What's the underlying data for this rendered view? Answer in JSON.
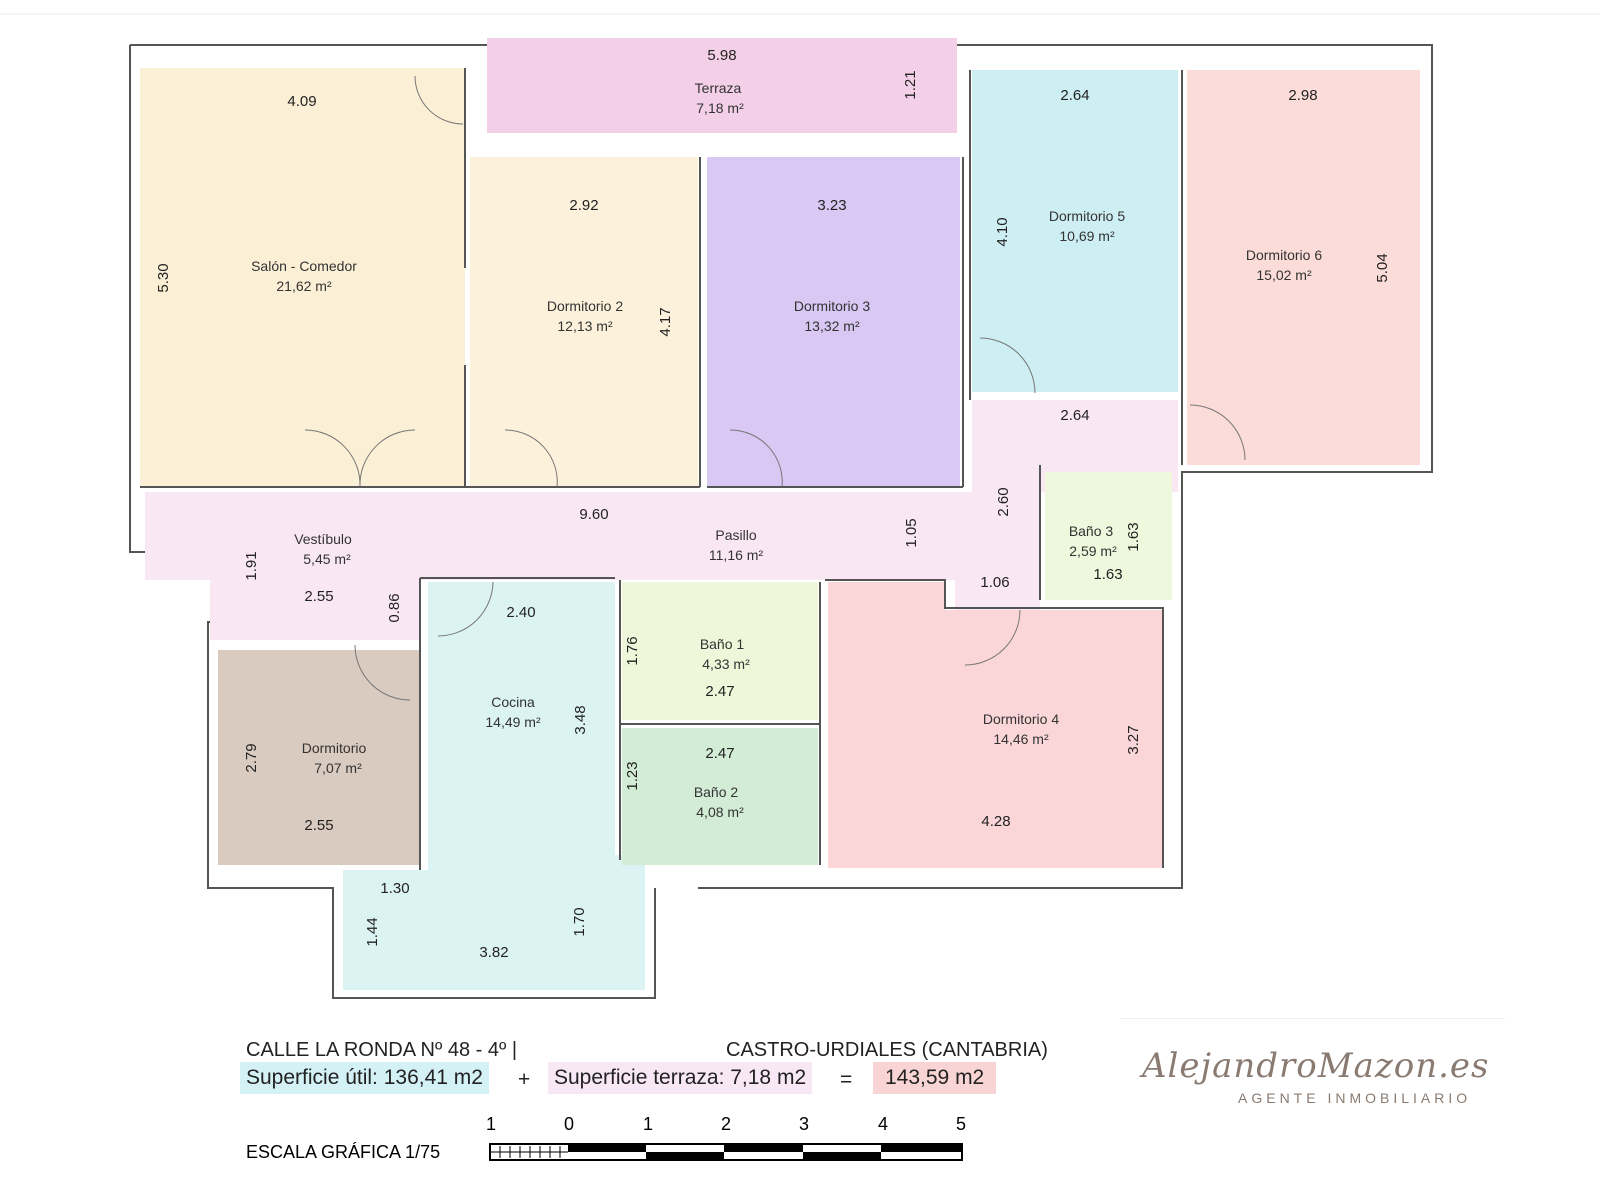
{
  "rooms": {
    "terraza": {
      "name": "Terraza",
      "area": "7,18 m²",
      "dims": [
        "5.98",
        "1.21"
      ]
    },
    "salon": {
      "name": "Salón - Comedor",
      "area": "21,62 m²",
      "dims": [
        "4.09",
        "5.30"
      ]
    },
    "dorm2": {
      "name": "Dormitorio 2",
      "area": "12,13 m²",
      "dims": [
        "2.92",
        "4.17"
      ]
    },
    "dorm3": {
      "name": "Dormitorio 3",
      "area": "13,32 m²",
      "dims": [
        "3.23"
      ]
    },
    "dorm5": {
      "name": "Dormitorio 5",
      "area": "10,69 m²",
      "dims": [
        "2.64",
        "4.10"
      ]
    },
    "dorm6": {
      "name": "Dormitorio 6",
      "area": "15,02 m²",
      "dims": [
        "2.98",
        "5.04"
      ]
    },
    "vestibulo": {
      "name": "Vestíbulo",
      "area": "5,45 m²",
      "dims": [
        "1.91",
        "2.55",
        "0.86"
      ]
    },
    "pasillo": {
      "name": "Pasillo",
      "area": "11,16 m²",
      "dims": [
        "9.60",
        "1.05",
        "2.60",
        "2.64",
        "1.06"
      ]
    },
    "bano3": {
      "name": "Baño 3",
      "area": "2,59 m²",
      "dims": [
        "1.63",
        "1.63"
      ]
    },
    "dormitorio": {
      "name": "Dormitorio",
      "area": "7,07 m²",
      "dims": [
        "2.79",
        "2.55"
      ]
    },
    "cocina": {
      "name": "Cocina",
      "area": "14,49 m²",
      "dims": [
        "2.40",
        "3.48",
        "1.30",
        "1.44",
        "3.82",
        "1.70"
      ]
    },
    "bano1": {
      "name": "Baño 1",
      "area": "4,33 m²",
      "dims": [
        "1.76",
        "2.47"
      ]
    },
    "bano2": {
      "name": "Baño 2",
      "area": "4,08 m²",
      "dims": [
        "2.47",
        "1.23"
      ]
    },
    "dorm4": {
      "name": "Dormitorio 4",
      "area": "14,46 m²",
      "dims": [
        "3.27",
        "4.28"
      ]
    }
  },
  "footer": {
    "address": "CALLE LA RONDA Nº 48 - 4º |",
    "city": "CASTRO-URDIALES (CANTABRIA)",
    "util": "Superficie útil: 136,41 m2",
    "plus": "+",
    "terraza": "Superficie terraza: 7,18 m2",
    "equals": "=",
    "total": "143,59 m2",
    "scale_label": "ESCALA GRÁFICA  1/75",
    "scale_ticks": [
      "1",
      "0",
      "1",
      "2",
      "3",
      "4",
      "5"
    ]
  },
  "logo": {
    "name": "AlejandroMazon.es",
    "subtitle": "AGENTE INMOBILIARIO"
  },
  "colors": {
    "util": "#d4f1f6",
    "terraza": "#f8e8f6",
    "total": "#f8d4d4"
  }
}
